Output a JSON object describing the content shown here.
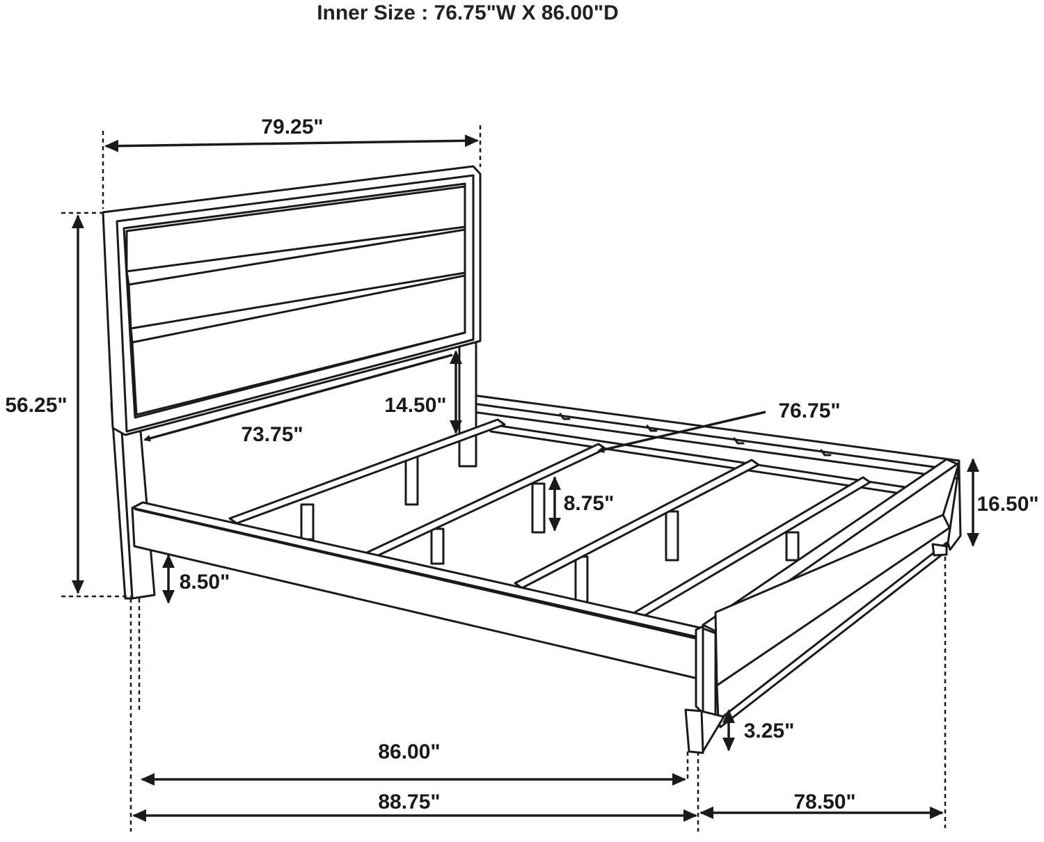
{
  "title": "Inner Size : 76.75\"W X 86.00\"D",
  "dimensions": {
    "headboard_width": "79.25\"",
    "overall_height": "56.25\"",
    "panel_width": "73.75\"",
    "headboard_clearance": "14.50\"",
    "inner_width": "76.75\"",
    "slat_height": "8.75\"",
    "footboard_height": "16.50\"",
    "headboard_leg": "8.50\"",
    "footboard_leg": "3.25\"",
    "inner_length": "86.00\"",
    "overall_length": "88.75\"",
    "overall_width": "78.50\""
  }
}
